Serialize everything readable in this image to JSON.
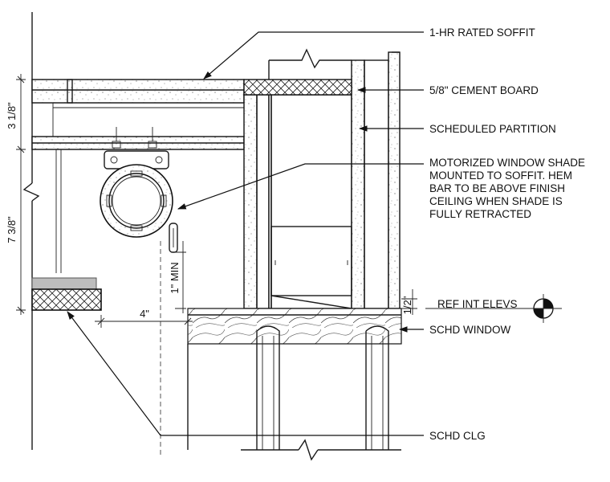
{
  "callouts": {
    "soffit": "1-HR RATED SOFFIT",
    "cement_board": "5/8\" CEMENT BOARD",
    "partition": "SCHEDULED PARTITION",
    "shade_lines": [
      "MOTORIZED WINDOW SHADE",
      "MOUNTED TO SOFFIT. HEM",
      "BAR TO BE ABOVE FINISH",
      "CEILING WHEN SHADE IS",
      "FULLY RETRACTED"
    ],
    "ref_int_elevs": "REF INT ELEVS",
    "window": "SCHD WINDOW",
    "ceiling": "SCHD CLG"
  },
  "dimensions": {
    "soffit_depth": "3 1/8\"",
    "shade_zone": "7 3/8\"",
    "offset": "4\"",
    "clearance": "1\" MIN",
    "reveal": "1/2\""
  }
}
